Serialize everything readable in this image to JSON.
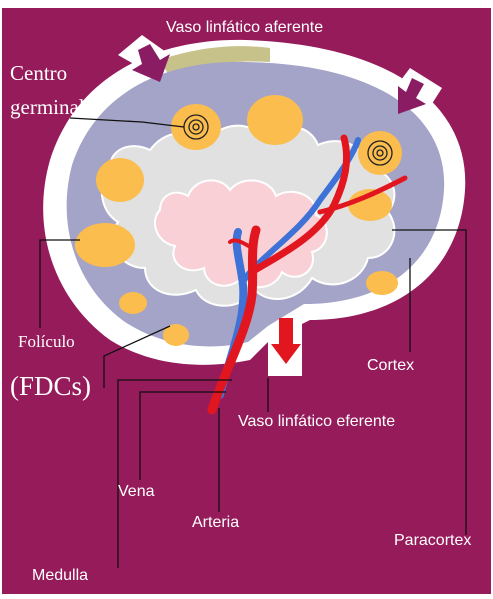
{
  "labels": {
    "afferent": "Vaso linfático aferente",
    "germinal_line1": "Centro",
    "germinal_line2": "germinal",
    "follicle": "Folículo",
    "fdcs": "(FDCs)",
    "cortex": "Cortex",
    "efferent": "Vaso linfático eferente",
    "vein": "Vena",
    "artery": "Arteria",
    "paracortex": "Paracortex",
    "medulla": "Medulla"
  },
  "colors": {
    "background": "#951b5b",
    "capsule": "#ffffff",
    "cortex": "#a4a4c8",
    "paracortex": "#e1e1e1",
    "medulla": "#f8d0d6",
    "follicle": "#fbbd4d",
    "artery": "#e2161f",
    "vein": "#3e72d6",
    "arrow": "#8a1c64",
    "leader_line": "#111111"
  }
}
